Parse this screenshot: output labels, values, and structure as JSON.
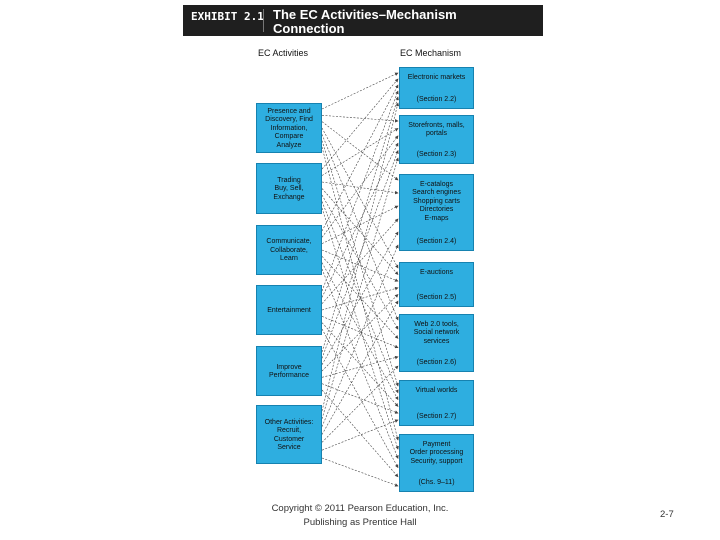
{
  "header": {
    "exhibit": "EXHIBIT 2.1",
    "title_line1": "The EC Activities–Mechanism",
    "title_line2": "Connection",
    "bg_color": "#1f1f1f"
  },
  "columns": {
    "activities": "EC Activities",
    "mechanism": "EC Mechanism"
  },
  "box_color": "#2eaee0",
  "activities": [
    {
      "lines": [
        "Presence and",
        "Discovery, Find",
        "Information,",
        "Compare",
        "Analyze"
      ]
    },
    {
      "lines": [
        "Trading",
        "Buy, Sell,",
        "Exchange"
      ]
    },
    {
      "lines": [
        "Communicate,",
        "Collaborate,",
        "Learn"
      ]
    },
    {
      "lines": [
        "Entertainment"
      ]
    },
    {
      "lines": [
        "Improve",
        "Performance"
      ]
    },
    {
      "lines": [
        "Other Activities:",
        "Recruit,",
        "Customer",
        "Service"
      ]
    }
  ],
  "mechanisms": [
    {
      "lines": [
        "Electronic markets"
      ],
      "section": "(Section 2.2)"
    },
    {
      "lines": [
        "Storefronts, malls,",
        "portals"
      ],
      "section": "(Section 2.3)"
    },
    {
      "lines": [
        "E-catalogs",
        "Search engines",
        "Shopping carts",
        "Directories",
        "E-maps"
      ],
      "section": "(Section 2.4)"
    },
    {
      "lines": [
        "E-auctions"
      ],
      "section": "(Section 2.5)"
    },
    {
      "lines": [
        "Web 2.0 tools,",
        "Social network",
        "services"
      ],
      "section": "(Section 2.6)"
    },
    {
      "lines": [
        "Virtual worlds"
      ],
      "section": "(Section 2.7)"
    },
    {
      "lines": [
        "Payment",
        "Order processing",
        "Security, support"
      ],
      "section": "(Chs. 9–11)"
    }
  ],
  "footer": {
    "line1": "Copyright © 2011 Pearson Education, Inc.",
    "line2": "Publishing as Prentice Hall",
    "page": "2-7"
  }
}
